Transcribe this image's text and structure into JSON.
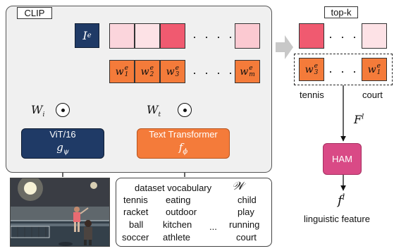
{
  "clip_label": "CLIP",
  "topk_label": "top-k",
  "image_embedding": {
    "base": "I",
    "sup": "e"
  },
  "similarity_colors": [
    "#fbd5dc",
    "#fde2e6",
    "#f05a70",
    "#fbc9d1"
  ],
  "topk_similarity_colors": [
    "#f05a70",
    "#fde2e6"
  ],
  "text_embeddings": [
    {
      "base": "w",
      "sub": "1",
      "sup": "e"
    },
    {
      "base": "w",
      "sub": "2",
      "sup": "e"
    },
    {
      "base": "w",
      "sub": "3",
      "sup": "e"
    },
    {
      "base": "w",
      "sub": "m",
      "sup": "e"
    }
  ],
  "topk_embeddings": [
    {
      "base": "w",
      "sub": "3",
      "sup": "e"
    },
    {
      "base": "w",
      "sub": "1",
      "sup": "e"
    }
  ],
  "topk_words": [
    "tennis",
    "court"
  ],
  "dots": "· · · ·",
  "wi": {
    "base": "W",
    "sub": "i"
  },
  "wt": {
    "base": "W",
    "sub": "t"
  },
  "image_encoder": {
    "line1": "ViT/16",
    "base": "g",
    "sub": "ψ"
  },
  "text_encoder": {
    "line1": "Text Transformer",
    "base": "f",
    "sub": "ϕ"
  },
  "fl": {
    "base": "F",
    "sup": "l"
  },
  "ham_label": "HAM",
  "fl_small": {
    "base": "f",
    "sup": "l"
  },
  "linguistic_feature": "linguistic feature",
  "vocab_title": "dataset vocabulary",
  "vocab_symbol": "𝒲",
  "vocab_ellipsis": "...",
  "vocab_words": [
    [
      "tennis",
      "eating",
      "child"
    ],
    [
      "racket",
      "outdoor",
      "play"
    ],
    [
      "ball",
      "kitchen",
      "running"
    ],
    [
      "soccer",
      "athlete",
      "court"
    ]
  ],
  "colors": {
    "navy": "#1f3a66",
    "orange": "#f47b3a",
    "pink": "#d94a86",
    "panel": "#f0f0f0"
  }
}
